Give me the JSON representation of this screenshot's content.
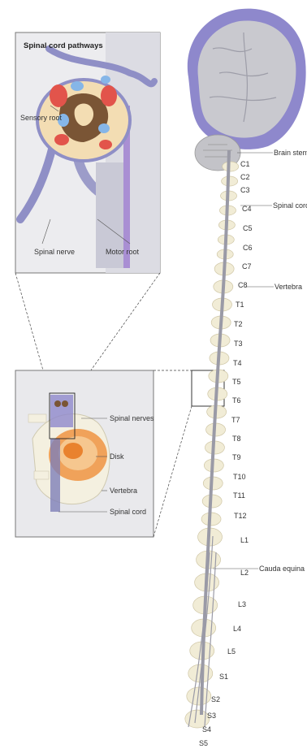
{
  "inset_top": {
    "title": "Spinal cord pathways",
    "labels": {
      "sensory_root": "Sensory root",
      "spinal_nerve": "Spinal nerve",
      "motor_root": "Motor root"
    }
  },
  "inset_bottom": {
    "labels": {
      "spinal_nerves": "Spinal nerves",
      "disk": "Disk",
      "vertebra": "Vertebra",
      "spinal_cord": "Spinal cord"
    }
  },
  "main": {
    "labels": {
      "brain_stem": "Brain stem",
      "spinal_cord": "Spinal cord",
      "vertebra": "Vertebra",
      "cauda_equina": "Cauda equina"
    },
    "segments": {
      "c1": "C1",
      "c2": "C2",
      "c3": "C3",
      "c4": "C4",
      "c5": "C5",
      "c6": "C6",
      "c7": "C7",
      "c8": "C8",
      "t1": "T1",
      "t2": "T2",
      "t3": "T3",
      "t4": "T4",
      "t5": "T5",
      "t6": "T6",
      "t7": "T7",
      "t8": "T8",
      "t9": "T9",
      "t10": "T10",
      "t11": "T11",
      "t12": "T12",
      "l1": "L1",
      "l2": "L2",
      "l3": "L3",
      "l4": "L4",
      "l5": "L5",
      "s1": "S1",
      "s2": "S2",
      "s3": "S3",
      "s4": "S4",
      "s5": "S5"
    }
  },
  "colors": {
    "brain_purple": "#8e88cc",
    "brain_gray": "#c9c9cf",
    "vertebra": "#f1ecd6",
    "cord": "#9a9aa6",
    "inset_bg": "#e9e9ec",
    "disk_orange": "#f0a25a"
  }
}
